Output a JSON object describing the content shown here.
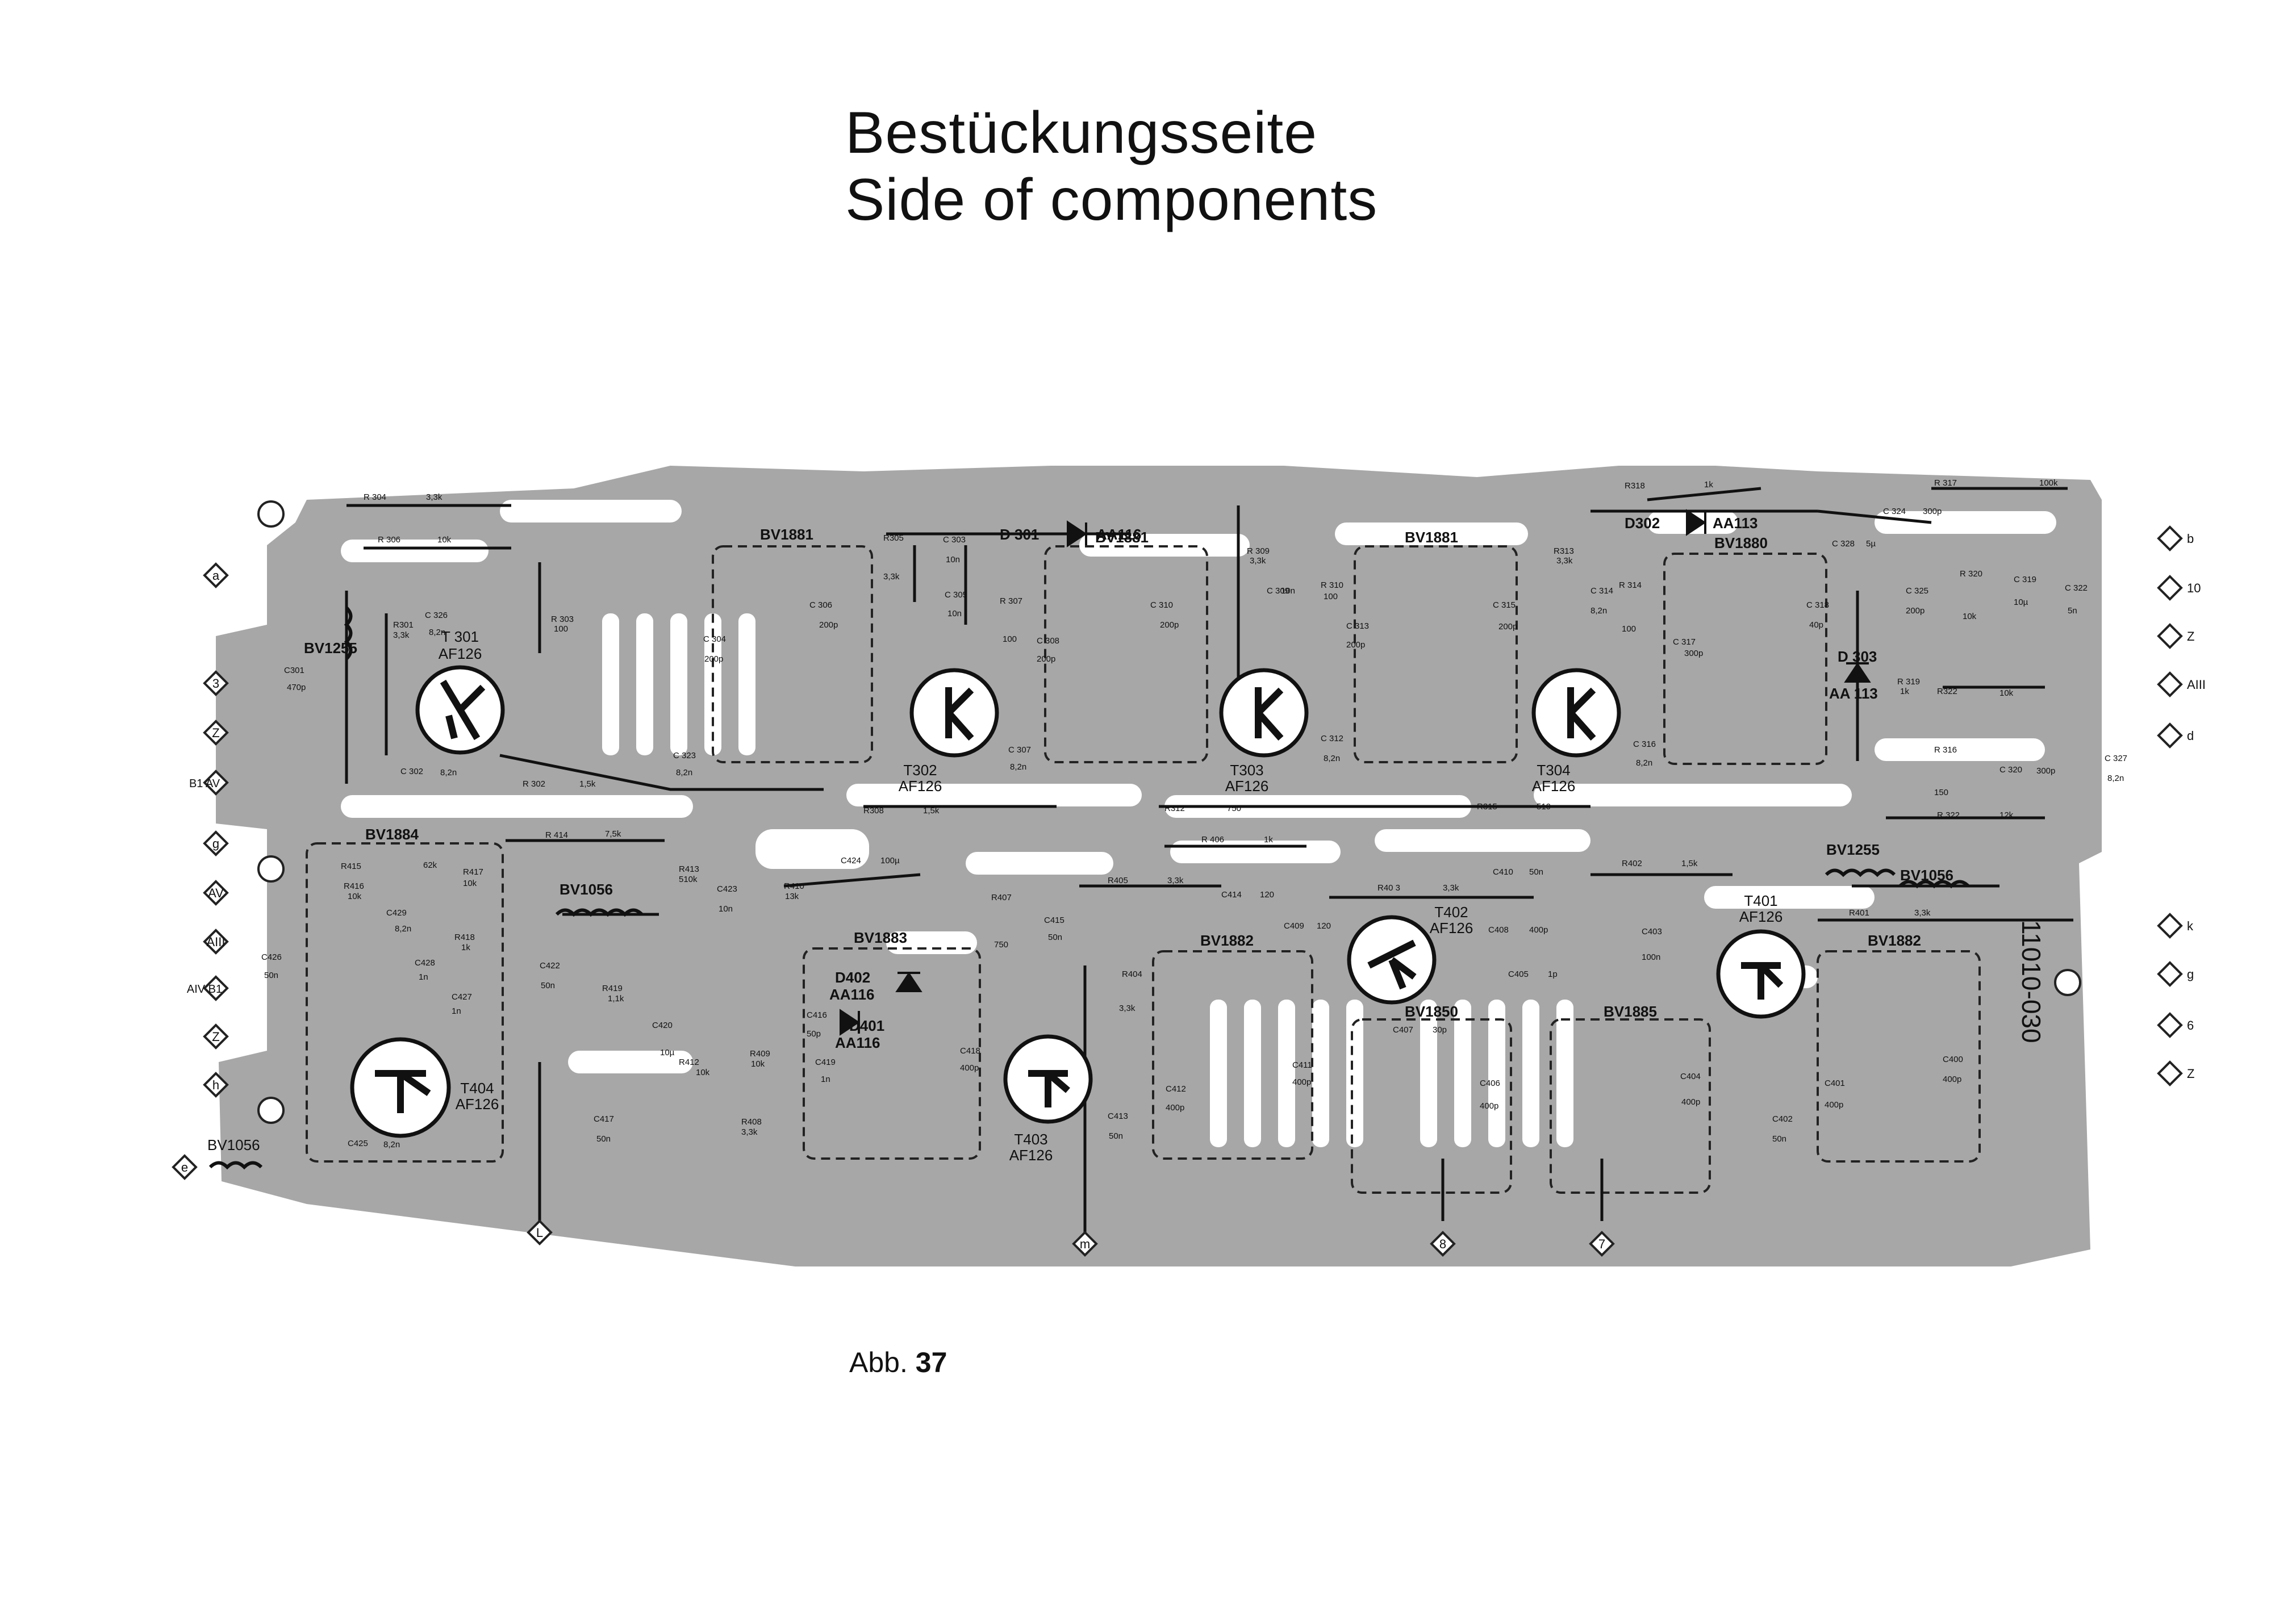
{
  "title": {
    "line1": "Bestückungsseite",
    "line2": "Side of components"
  },
  "caption": {
    "prefix": "Abb.",
    "number": "37"
  },
  "board_id": "11010-030",
  "modules": [
    {
      "id": "m1",
      "label": "BV1881"
    },
    {
      "id": "m2",
      "label": "BV1881"
    },
    {
      "id": "m3",
      "label": "BV1881"
    },
    {
      "id": "m4",
      "label": "BV1880"
    },
    {
      "id": "m5",
      "label": "BV1884"
    },
    {
      "id": "m6",
      "label": "BV1883"
    },
    {
      "id": "m7",
      "label": "BV1882"
    },
    {
      "id": "m8",
      "label": "BV1850"
    },
    {
      "id": "m9",
      "label": "BV1885"
    },
    {
      "id": "m10",
      "label": "BV1882"
    }
  ],
  "transistors": [
    {
      "id": "t301",
      "name": "T 301",
      "type": "AF126"
    },
    {
      "id": "t302",
      "name": "T302",
      "type": "AF126"
    },
    {
      "id": "t303",
      "name": "T303",
      "type": "AF126"
    },
    {
      "id": "t304",
      "name": "T304",
      "type": "AF126"
    },
    {
      "id": "t404",
      "name": "T404",
      "type": "AF126"
    },
    {
      "id": "t403",
      "name": "T403",
      "type": "AF126"
    },
    {
      "id": "t402",
      "name": "T402",
      "type": "AF126"
    },
    {
      "id": "t401",
      "name": "T401",
      "type": "AF126"
    }
  ],
  "diodes": [
    {
      "id": "d301",
      "name": "D 301",
      "type": "AA116"
    },
    {
      "id": "d302",
      "name": "D302",
      "type": "AA113"
    },
    {
      "id": "d303",
      "name": "D 303",
      "type": "AA 113"
    },
    {
      "id": "d402",
      "name": "D402",
      "type": "AA116"
    },
    {
      "id": "d401",
      "name": "D401",
      "type": "AA116"
    }
  ],
  "coils": [
    {
      "id": "l1",
      "label": "BV1255"
    },
    {
      "id": "l2",
      "label": "BV1056"
    },
    {
      "id": "l3",
      "label": "BV1255"
    },
    {
      "id": "l4",
      "label": "BV1056"
    },
    {
      "id": "l5",
      "label": "BV1056"
    }
  ],
  "resistors": [
    {
      "id": "r304",
      "name": "R 304",
      "value": "3,3k"
    },
    {
      "id": "r306",
      "name": "R 306",
      "value": "10k"
    },
    {
      "id": "r301",
      "name": "R301",
      "value": "3,3k"
    },
    {
      "id": "r303",
      "name": "R 303",
      "value": "100"
    },
    {
      "id": "r302",
      "name": "R 302",
      "value": "1,5k"
    },
    {
      "id": "r305",
      "name": "R305",
      "value": "3,3k"
    },
    {
      "id": "r307",
      "name": "R 307",
      "value": "100"
    },
    {
      "id": "r308",
      "name": "R308",
      "value": "1,5k"
    },
    {
      "id": "r309",
      "name": "R 309",
      "value": "3,3k"
    },
    {
      "id": "r310",
      "name": "R 310",
      "value": "100"
    },
    {
      "id": "r312",
      "name": "R312",
      "value": "750"
    },
    {
      "id": "r313",
      "name": "R313",
      "value": "3,3k"
    },
    {
      "id": "r314",
      "name": "R 314",
      "value": "100"
    },
    {
      "id": "r315",
      "name": "R315",
      "value": "510"
    },
    {
      "id": "r318",
      "name": "R318",
      "value": "1k"
    },
    {
      "id": "r317",
      "name": "R 317",
      "value": "100k"
    },
    {
      "id": "r320",
      "name": "R 320",
      "value": "10k"
    },
    {
      "id": "r322",
      "name": "R322",
      "value": "10k"
    },
    {
      "id": "r319",
      "name": "R 319",
      "value": "1k"
    },
    {
      "id": "r316",
      "name": "R 316",
      "value": "150"
    },
    {
      "id": "r323",
      "name": "R 322",
      "value": "12k"
    },
    {
      "id": "r414",
      "name": "R 414",
      "value": "7,5k"
    },
    {
      "id": "r415",
      "name": "R415",
      "value": "62k"
    },
    {
      "id": "r417",
      "name": "R417",
      "value": "10k"
    },
    {
      "id": "r416",
      "name": "R416",
      "value": "10k"
    },
    {
      "id": "r418",
      "name": "R418",
      "value": "1k"
    },
    {
      "id": "r413",
      "name": "R413",
      "value": "510k"
    },
    {
      "id": "r410",
      "name": "R410",
      "value": "13k"
    },
    {
      "id": "r419",
      "name": "R419",
      "value": "1,1k"
    },
    {
      "id": "r412",
      "name": "R412",
      "value": "10k"
    },
    {
      "id": "r409",
      "name": "R409",
      "value": "10k"
    },
    {
      "id": "r408",
      "name": "R408",
      "value": "3,3k"
    },
    {
      "id": "r407",
      "name": "R407",
      "value": "750"
    },
    {
      "id": "r405",
      "name": "R405",
      "value": "3,3k"
    },
    {
      "id": "r406",
      "name": "R 406",
      "value": "1k"
    },
    {
      "id": "r404",
      "name": "R404",
      "value": "3,3k"
    },
    {
      "id": "r403",
      "name": "R40 3",
      "value": "3,3k"
    },
    {
      "id": "r402",
      "name": "R402",
      "value": "1,5k"
    },
    {
      "id": "r401",
      "name": "R401",
      "value": "3,3k"
    }
  ],
  "capacitors": [
    {
      "id": "c326a",
      "name": "C 326",
      "value": "8,2n"
    },
    {
      "id": "c301",
      "name": "C301",
      "value": "470p"
    },
    {
      "id": "c302",
      "name": "C 302",
      "value": "8,2n"
    },
    {
      "id": "c323",
      "name": "C 323",
      "value": "8,2n"
    },
    {
      "id": "c304",
      "name": "C 304",
      "value": "200p"
    },
    {
      "id": "c306",
      "name": "C 306",
      "value": "200p"
    },
    {
      "id": "c303",
      "name": "C 303",
      "value": "10n"
    },
    {
      "id": "c305",
      "name": "C 305",
      "value": "10n"
    },
    {
      "id": "c307",
      "name": "C 307",
      "value": "8,2n"
    },
    {
      "id": "c308",
      "name": "C 308",
      "value": "200p"
    },
    {
      "id": "c310",
      "name": "C 310",
      "value": "200p"
    },
    {
      "id": "c309",
      "name": "C 309",
      "value": "10n"
    },
    {
      "id": "c312",
      "name": "C 312",
      "value": "8,2n"
    },
    {
      "id": "c313",
      "name": "C 313",
      "value": "200p"
    },
    {
      "id": "c315",
      "name": "C 315",
      "value": "200p"
    },
    {
      "id": "c314",
      "name": "C 314",
      "value": "8,2n"
    },
    {
      "id": "c316",
      "name": "C 316",
      "value": "8,2n"
    },
    {
      "id": "c317",
      "name": "C 317",
      "value": "300p"
    },
    {
      "id": "c318",
      "name": "C 318",
      "value": "40p"
    },
    {
      "id": "c324",
      "name": "C 324",
      "value": "300p"
    },
    {
      "id": "c328",
      "name": "C 328",
      "value": "5µ"
    },
    {
      "id": "c325",
      "name": "C 325",
      "value": "200p"
    },
    {
      "id": "c319",
      "name": "C 319",
      "value": "10µ"
    },
    {
      "id": "c322",
      "name": "C 322",
      "value": "5n"
    },
    {
      "id": "c320",
      "name": "C 320",
      "value": "300p"
    },
    {
      "id": "c327",
      "name": "C 327",
      "value": "8,2n"
    },
    {
      "id": "c426",
      "name": "C426",
      "value": "50n"
    },
    {
      "id": "c429",
      "name": "C429",
      "value": "8,2n"
    },
    {
      "id": "c428",
      "name": "C428",
      "value": "1n"
    },
    {
      "id": "c427",
      "name": "C427",
      "value": "1n"
    },
    {
      "id": "c425",
      "name": "C425",
      "value": "8,2n"
    },
    {
      "id": "c423",
      "name": "C423",
      "value": "10n"
    },
    {
      "id": "c422",
      "name": "C422",
      "value": "50n"
    },
    {
      "id": "c420",
      "name": "C420",
      "value": "10µ"
    },
    {
      "id": "c417",
      "name": "C417",
      "value": "50n"
    },
    {
      "id": "c424",
      "name": "C424",
      "value": "100µ"
    },
    {
      "id": "c415",
      "name": "C415",
      "value": "50n"
    },
    {
      "id": "c416",
      "name": "C416",
      "value": "50p"
    },
    {
      "id": "c419",
      "name": "C419",
      "value": "1n"
    },
    {
      "id": "c418",
      "name": "C418",
      "value": "400p"
    },
    {
      "id": "c413",
      "name": "C413",
      "value": "50n"
    },
    {
      "id": "c414",
      "name": "C414",
      "value": "120"
    },
    {
      "id": "c409",
      "name": "C409",
      "value": "120"
    },
    {
      "id": "c412",
      "name": "C412",
      "value": "400p"
    },
    {
      "id": "c411",
      "name": "C411",
      "value": "400p"
    },
    {
      "id": "c410",
      "name": "C410",
      "value": "50n"
    },
    {
      "id": "c408",
      "name": "C408",
      "value": "400p"
    },
    {
      "id": "c405",
      "name": "C405",
      "value": "1p"
    },
    {
      "id": "c407",
      "name": "C407",
      "value": "30p"
    },
    {
      "id": "c406",
      "name": "C406",
      "value": "400p"
    },
    {
      "id": "c404",
      "name": "C404",
      "value": "400p"
    },
    {
      "id": "c403",
      "name": "C403",
      "value": "100n"
    },
    {
      "id": "c402",
      "name": "C402",
      "value": "50n"
    },
    {
      "id": "c401",
      "name": "C401",
      "value": "400p"
    },
    {
      "id": "c400",
      "name": "C400",
      "value": "400p"
    }
  ],
  "terminals_left": [
    "a",
    "3",
    "Z",
    "B1 AV",
    "g",
    "AV",
    "AIII",
    "AIV B1",
    "Z",
    "h",
    "e"
  ],
  "terminals_right": [
    "b",
    "10",
    "Z",
    "AIII",
    "d",
    "k",
    "g",
    "6",
    "Z"
  ],
  "terminals_bottom": [
    "L",
    "m",
    "8",
    "7"
  ]
}
